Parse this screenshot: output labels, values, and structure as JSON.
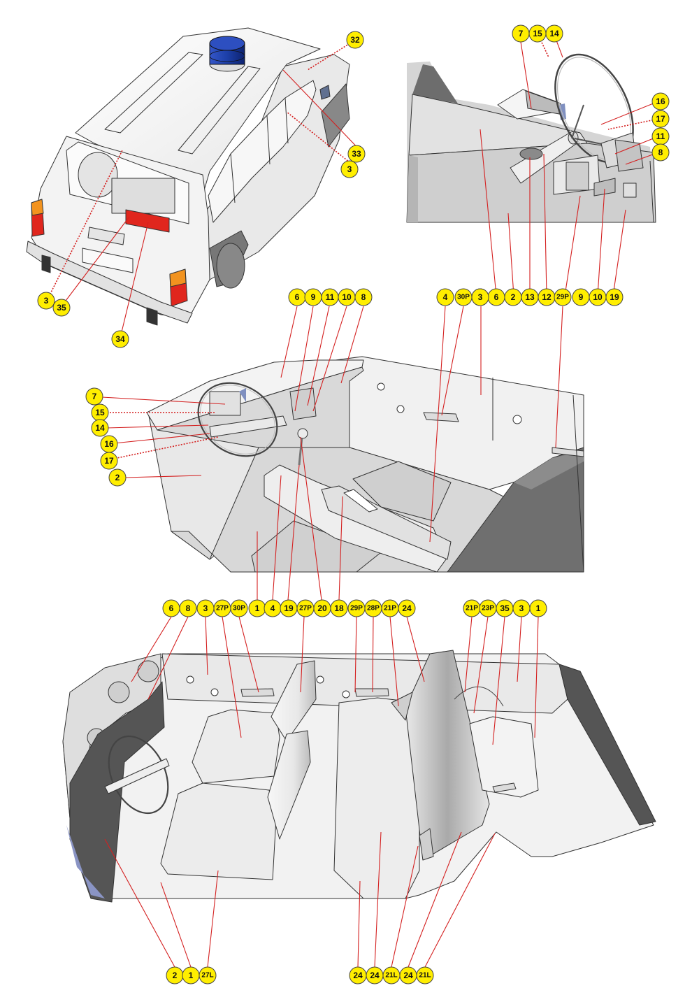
{
  "panels": [
    {
      "id": "rear-exterior",
      "callouts": [
        {
          "label": "32"
        },
        {
          "label": "33"
        },
        {
          "label": "3"
        },
        {
          "label": "3"
        },
        {
          "label": "35"
        },
        {
          "label": "34"
        }
      ]
    },
    {
      "id": "dashboard-closeup",
      "callouts": [
        {
          "label": "7"
        },
        {
          "label": "15"
        },
        {
          "label": "14"
        },
        {
          "label": "16"
        },
        {
          "label": "17"
        },
        {
          "label": "11"
        },
        {
          "label": "8"
        },
        {
          "label": "3"
        },
        {
          "label": "6"
        },
        {
          "label": "2"
        },
        {
          "label": "13"
        },
        {
          "label": "12"
        },
        {
          "label": "9"
        },
        {
          "label": "10"
        },
        {
          "label": "19"
        }
      ]
    },
    {
      "id": "front-cabin",
      "callouts": [
        {
          "label": "6"
        },
        {
          "label": "9"
        },
        {
          "label": "11"
        },
        {
          "label": "10"
        },
        {
          "label": "8"
        },
        {
          "label": "4"
        },
        {
          "label": "30P"
        },
        {
          "label": "3"
        },
        {
          "label": "29P"
        },
        {
          "label": "7"
        },
        {
          "label": "15"
        },
        {
          "label": "14"
        },
        {
          "label": "16"
        },
        {
          "label": "17"
        },
        {
          "label": "2"
        },
        {
          "label": "1"
        },
        {
          "label": "4"
        },
        {
          "label": "19"
        },
        {
          "label": "27P"
        },
        {
          "label": "20"
        },
        {
          "label": "18"
        }
      ]
    },
    {
      "id": "full-interior",
      "callouts": [
        {
          "label": "6"
        },
        {
          "label": "8"
        },
        {
          "label": "3"
        },
        {
          "label": "27P"
        },
        {
          "label": "30P"
        },
        {
          "label": "29P"
        },
        {
          "label": "28P"
        },
        {
          "label": "21P"
        },
        {
          "label": "24"
        },
        {
          "label": "21P"
        },
        {
          "label": "23P"
        },
        {
          "label": "35"
        },
        {
          "label": "3"
        },
        {
          "label": "1"
        },
        {
          "label": "2"
        },
        {
          "label": "1"
        },
        {
          "label": "27L"
        },
        {
          "label": "24"
        },
        {
          "label": "24"
        },
        {
          "label": "21L"
        },
        {
          "label": "24"
        },
        {
          "label": "21L"
        }
      ]
    }
  ],
  "colors": {
    "badge_fill": "#ffee00",
    "leader_line": "#d42020",
    "beacon_blue": "#1c3fa8",
    "tail_lamp_red": "#e0261d",
    "tail_lamp_amber": "#f2931f",
    "body_white": "#f4f4f4",
    "interior_grey": "#dcdcdc",
    "dark_panel": "#555555"
  }
}
